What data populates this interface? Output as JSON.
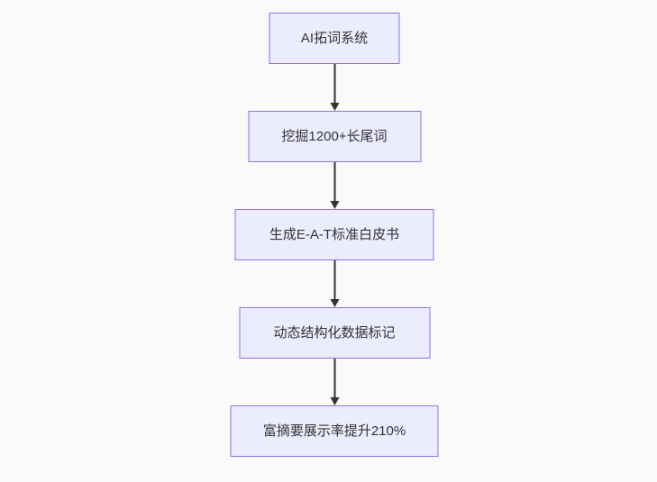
{
  "diagram": {
    "type": "flowchart-top-down",
    "direction": "TD",
    "nodes": [
      {
        "id": "node-1",
        "label": "AI拓词系统"
      },
      {
        "id": "node-2",
        "label": "挖掘1200+长尾词"
      },
      {
        "id": "node-3",
        "label": "生成E-A-T标准白皮书"
      },
      {
        "id": "node-4",
        "label": "动态结构化数据标记"
      },
      {
        "id": "node-5",
        "label": "富摘要展示率提升210%"
      }
    ],
    "edges": [
      {
        "from": "node-1",
        "to": "node-2",
        "style": "arrow-down"
      },
      {
        "from": "node-2",
        "to": "node-3",
        "style": "arrow-down"
      },
      {
        "from": "node-3",
        "to": "node-4",
        "style": "arrow-down"
      },
      {
        "from": "node-4",
        "to": "node-5",
        "style": "arrow-down"
      }
    ],
    "colors": {
      "node_fill": "#ececff",
      "node_border": "#9370db",
      "edge_line": "#333333",
      "text": "#333333",
      "background": "#fafafa"
    }
  }
}
